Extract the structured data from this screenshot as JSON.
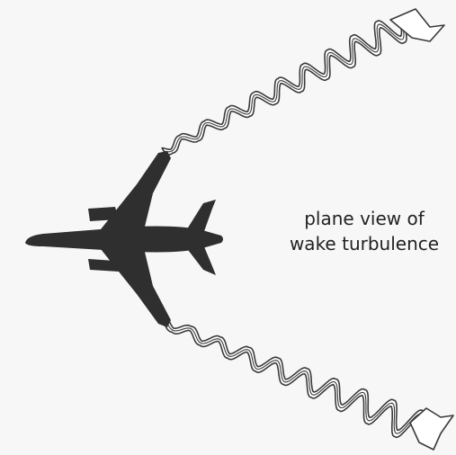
{
  "diagram": {
    "caption_line1": "plane view of",
    "caption_line2": "wake turbulence",
    "colors": {
      "background": "#f7f7f7",
      "airplane": "#2f2f2f",
      "vortex_outline": "#3a3a3a",
      "vortex_fill": "#ffffff",
      "text": "#222222"
    },
    "elements": [
      "airplane-icon",
      "upper-wingtip-vortex",
      "lower-wingtip-vortex"
    ]
  }
}
